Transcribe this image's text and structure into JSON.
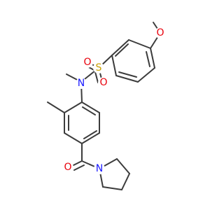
{
  "colors": {
    "bond": "#3c3c3c",
    "oxygen": "#e8000b",
    "nitrogen": "#1a1aff",
    "sulfur": "#c8a000"
  },
  "atoms": {
    "o_methoxy": "O",
    "s_sulfonyl": "S",
    "o_sulfonyl_left": "O",
    "o_sulfonyl_bottom": "O",
    "n_sulfonamide": "N",
    "o_carbonyl": "O",
    "n_pyrrolidine": "N"
  }
}
